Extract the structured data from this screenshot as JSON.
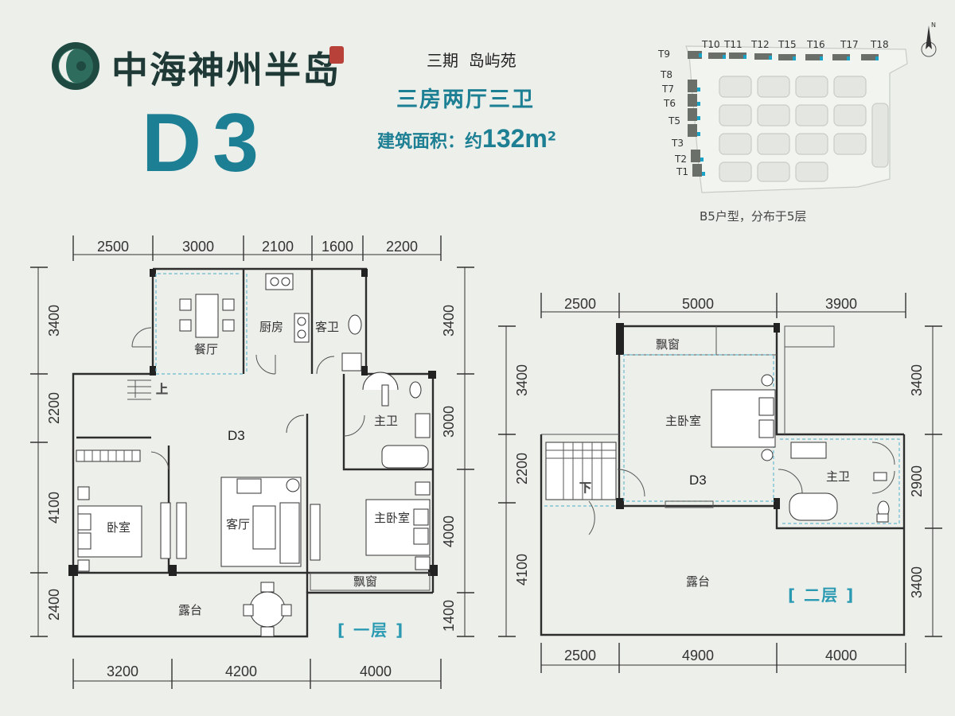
{
  "brand": {
    "logo_text": "中海神州半岛"
  },
  "plan_code": "D3",
  "header": {
    "phase": "三期  岛屿苑",
    "layout_type": "三房两厅三卫",
    "area_label": "建筑面积：约",
    "area_value": "132m",
    "area_sup": "2"
  },
  "site_map": {
    "north": "N",
    "buildings": [
      "T9",
      "T10",
      "T11",
      "T12",
      "T15",
      "T16",
      "T17",
      "T18",
      "T8",
      "T7",
      "T6",
      "T5",
      "T3",
      "T2",
      "T1"
    ],
    "note": "B5户型，分布于5层"
  },
  "floor1": {
    "label": "[ 一层 ]",
    "unit": "D3",
    "dims_top": [
      "2500",
      "3000",
      "2100",
      "1600",
      "2200"
    ],
    "dims_bottom": [
      "3200",
      "4200",
      "4000"
    ],
    "dims_left": [
      "3400",
      "2200",
      "4100",
      "2400"
    ],
    "dims_right": [
      "3400",
      "3000",
      "4000",
      "1400"
    ],
    "rooms": {
      "dining": "餐厅",
      "kitchen": "厨房",
      "guest_bath": "客卫",
      "master_bath": "主卫",
      "bedroom": "卧室",
      "living": "客厅",
      "master_bedroom": "主卧室",
      "bay_window": "飘窗",
      "terrace": "露台",
      "stair_up": "上"
    }
  },
  "floor2": {
    "label": "[ 二层 ]",
    "unit": "D3",
    "dims_top": [
      "2500",
      "5000",
      "3900"
    ],
    "dims_bottom": [
      "2500",
      "4900",
      "4000"
    ],
    "dims_left": [
      "3400",
      "2200",
      "4100"
    ],
    "dims_right": [
      "3400",
      "2900",
      "3400"
    ],
    "rooms": {
      "bay_window": "飘窗",
      "master_bedroom": "主卧室",
      "master_bath": "主卫",
      "terrace": "露台",
      "stair_down": "下"
    }
  }
}
